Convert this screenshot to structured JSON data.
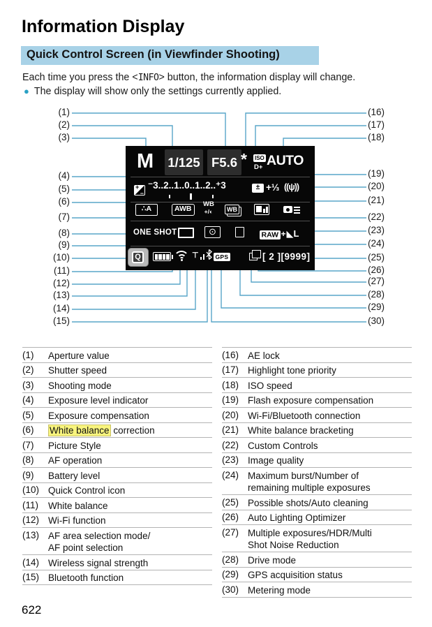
{
  "page": {
    "title": "Information Display",
    "number": "622"
  },
  "section": {
    "heading": "Quick Control Screen (in Viewfinder Shooting)"
  },
  "intro": {
    "pre": "Each time you press the <",
    "key": "INFO",
    "post": "> button, the information display will change.",
    "bullet_glyph": "●",
    "bullet": "The display will show only the settings currently applied."
  },
  "colors": {
    "accent_callout": "#58a6c9",
    "heading_bg": "#a8d2e7",
    "highlight_bg": "#f8f47d",
    "bullet_dot": "#2aa1c4"
  },
  "lcd": {
    "mode": "M",
    "shutter": "1/125",
    "aperture": "F5.6",
    "ae_lock": "*",
    "iso": "ISO",
    "d_plus": "D+",
    "iso_value": "AUTO",
    "ev_plus": "+",
    "ev_minus": "−",
    "ev_scale": "⁻3..2..1..0..1..2..⁺3",
    "fec_icon": "±",
    "fec_value": "+⅓",
    "wifi_conn": "((ψ))",
    "ps_glyph": "∴A",
    "awb": "AWB",
    "wb_corr_line1": "WB",
    "wb_corr_line2": "+/◐",
    "wb_bkt": "WB",
    "af_operation": "ONE SHOT",
    "meter_glyph": "⊙",
    "raw": "RAW",
    "plus": "+",
    "quality_tri": "◣",
    "quality_letter": "L",
    "q": "Q",
    "sig_t": "⊤",
    "gps": "GPS",
    "counter": "[ 2 ][9999]"
  },
  "figure": {
    "left_labels": [
      "(1)",
      "(2)",
      "(3)",
      "(4)",
      "(5)",
      "(6)",
      "(7)",
      "(8)",
      "(9)",
      "(10)",
      "(11)",
      "(12)",
      "(13)",
      "(14)",
      "(15)"
    ],
    "right_labels": [
      "(16)",
      "(17)",
      "(18)",
      "(19)",
      "(20)",
      "(21)",
      "(22)",
      "(23)",
      "(24)",
      "(25)",
      "(26)",
      "(27)",
      "(28)",
      "(29)",
      "(30)"
    ]
  },
  "legend": {
    "left": [
      {
        "num": "(1)",
        "text": "Aperture value"
      },
      {
        "num": "(2)",
        "text": "Shutter speed"
      },
      {
        "num": "(3)",
        "text": "Shooting mode"
      },
      {
        "num": "(4)",
        "text": "Exposure level indicator"
      },
      {
        "num": "(5)",
        "text": "Exposure compensation"
      },
      {
        "num": "(6)",
        "hl": "White balance",
        "text": " correction"
      },
      {
        "num": "(7)",
        "text": "Picture Style"
      },
      {
        "num": "(8)",
        "text": "AF operation"
      },
      {
        "num": "(9)",
        "text": "Battery level"
      },
      {
        "num": "(10)",
        "text": "Quick Control icon"
      },
      {
        "num": "(11)",
        "text": "White balance"
      },
      {
        "num": "(12)",
        "text": "Wi-Fi function"
      },
      {
        "num": "(13)",
        "lines": [
          "AF area selection mode/",
          "AF point selection"
        ]
      },
      {
        "num": "(14)",
        "text": "Wireless signal strength"
      },
      {
        "num": "(15)",
        "text": "Bluetooth function"
      }
    ],
    "right": [
      {
        "num": "(16)",
        "text": "AE lock"
      },
      {
        "num": "(17)",
        "text": "Highlight tone priority"
      },
      {
        "num": "(18)",
        "text": "ISO speed"
      },
      {
        "num": "(19)",
        "text": "Flash exposure compensation"
      },
      {
        "num": "(20)",
        "text": "Wi-Fi/Bluetooth connection"
      },
      {
        "num": "(21)",
        "text": "White balance bracketing"
      },
      {
        "num": "(22)",
        "text": "Custom Controls"
      },
      {
        "num": "(23)",
        "text": "Image quality"
      },
      {
        "num": "(24)",
        "lines": [
          "Maximum burst/Number of",
          "remaining multiple exposures"
        ]
      },
      {
        "num": "(25)",
        "text": "Possible shots/Auto cleaning"
      },
      {
        "num": "(26)",
        "text": "Auto Lighting Optimizer"
      },
      {
        "num": "(27)",
        "lines": [
          "Multiple exposures/HDR/Multi",
          "Shot Noise Reduction"
        ]
      },
      {
        "num": "(28)",
        "text": "Drive mode"
      },
      {
        "num": "(29)",
        "text": "GPS acquisition status"
      },
      {
        "num": "(30)",
        "text": "Metering mode"
      }
    ]
  }
}
